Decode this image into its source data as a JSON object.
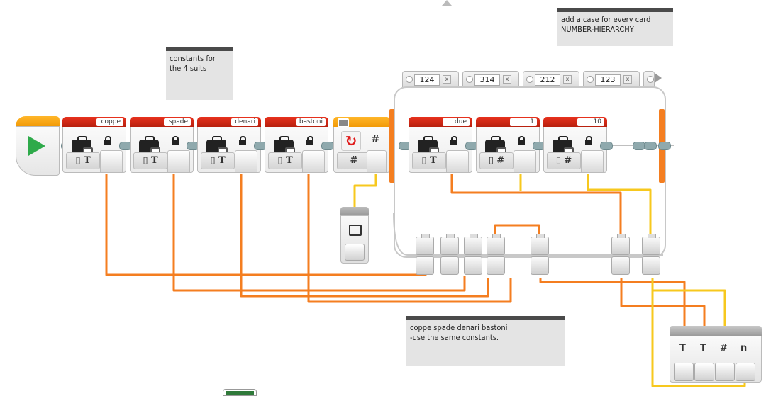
{
  "canvas": {
    "comments": {
      "suits": "constants for\nthe 4 suits",
      "cases": "add a case for every card\nNUMBER-HIERARCHY",
      "same": "coppe spade denari bastoni\n-use the same constants."
    },
    "start_block": {
      "icon": "play-icon",
      "color": "#2eaa4a"
    },
    "constant_blocks": [
      {
        "name": "coppe",
        "mode": "▯ T"
      },
      {
        "name": "spade",
        "mode": "▯ T"
      },
      {
        "name": "denari",
        "mode": "▯ T"
      },
      {
        "name": "bastoni",
        "mode": "▯ T"
      }
    ],
    "switch_block": {
      "mode": "#",
      "output": "#",
      "icon": "repeat-arrow-icon"
    },
    "switch_cases": [
      {
        "value": "124"
      },
      {
        "value": "314"
      },
      {
        "value": "212"
      },
      {
        "value": "123"
      }
    ],
    "case_blocks": [
      {
        "name": "due",
        "mode": "▯ T"
      },
      {
        "name": "1",
        "mode": "▯ #"
      },
      {
        "name": "10",
        "mode": "▯ #"
      }
    ],
    "output_block": {
      "ports": [
        "T",
        "T",
        "#",
        "n"
      ]
    },
    "colors": {
      "text_wire": "#f47e20",
      "number_wire": "#f7c81e",
      "header_red": "#d42a16",
      "header_orange": "#f6a51a"
    }
  }
}
